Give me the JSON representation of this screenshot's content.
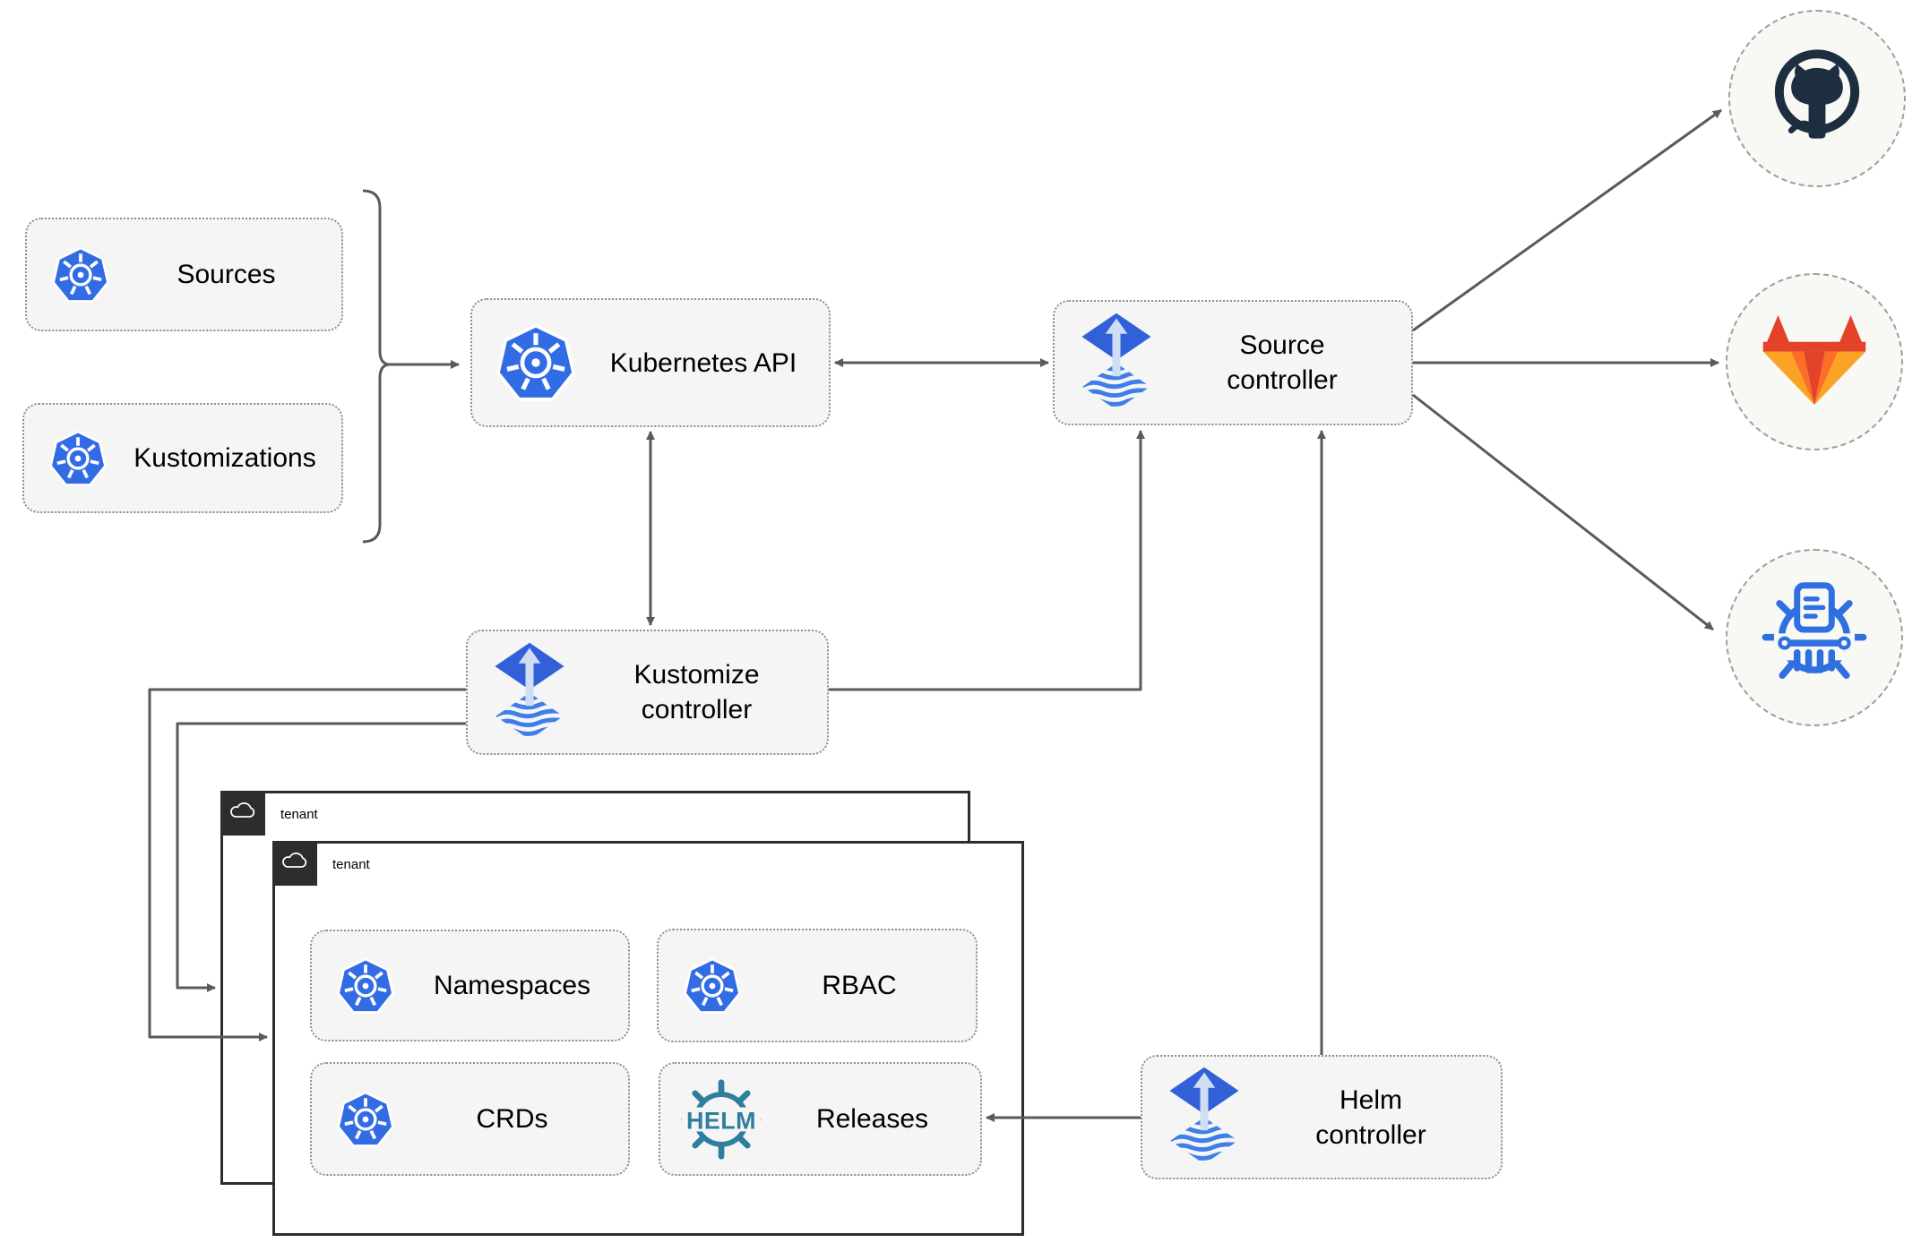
{
  "nodes": {
    "sources": {
      "label": "Sources"
    },
    "kustomizations": {
      "label": "Kustomizations"
    },
    "kubernetes_api": {
      "label": "Kubernetes API"
    },
    "source_controller": {
      "line1": "Source",
      "line2": "controller"
    },
    "kustomize_controller": {
      "line1": "Kustomize",
      "line2": "controller"
    },
    "helm_controller": {
      "line1": "Helm",
      "line2": "controller"
    },
    "tenant_back": {
      "label": "tenant"
    },
    "tenant_front": {
      "label": "tenant"
    },
    "namespaces": {
      "label": "Namespaces"
    },
    "rbac": {
      "label": "RBAC"
    },
    "crds": {
      "label": "CRDs"
    },
    "releases": {
      "label": "Releases"
    }
  },
  "icons": {
    "kubernetes": "kubernetes-wheel-icon",
    "flux": "flux-arrow-waves-icon",
    "helm": "helm-wheel-icon",
    "helm_wordmark": "HELM",
    "cloud": "cloud-icon",
    "github": "github-octocat-icon",
    "gitlab": "gitlab-fox-icon",
    "chartmuseum": "chartmuseum-wheel-column-icon"
  },
  "colors": {
    "kubernetes_blue": "#326ce5",
    "flux_blue": "#3160d8",
    "flux_wave_blue": "#3f7ee8",
    "flux_arrow_light": "#cfdef5",
    "helm_teal": "#2e7f9f",
    "chartmuseum_blue": "#2f6fe0",
    "github_dark": "#1c2e40",
    "gitlab_red_orange": "#e24329",
    "gitlab_orange": "#fc6d26",
    "gitlab_light_orange": "#fca326",
    "connector_gray": "#5a5a5a",
    "node_fill": "#f5f5f5",
    "tenant_border": "#2d2d2d"
  }
}
